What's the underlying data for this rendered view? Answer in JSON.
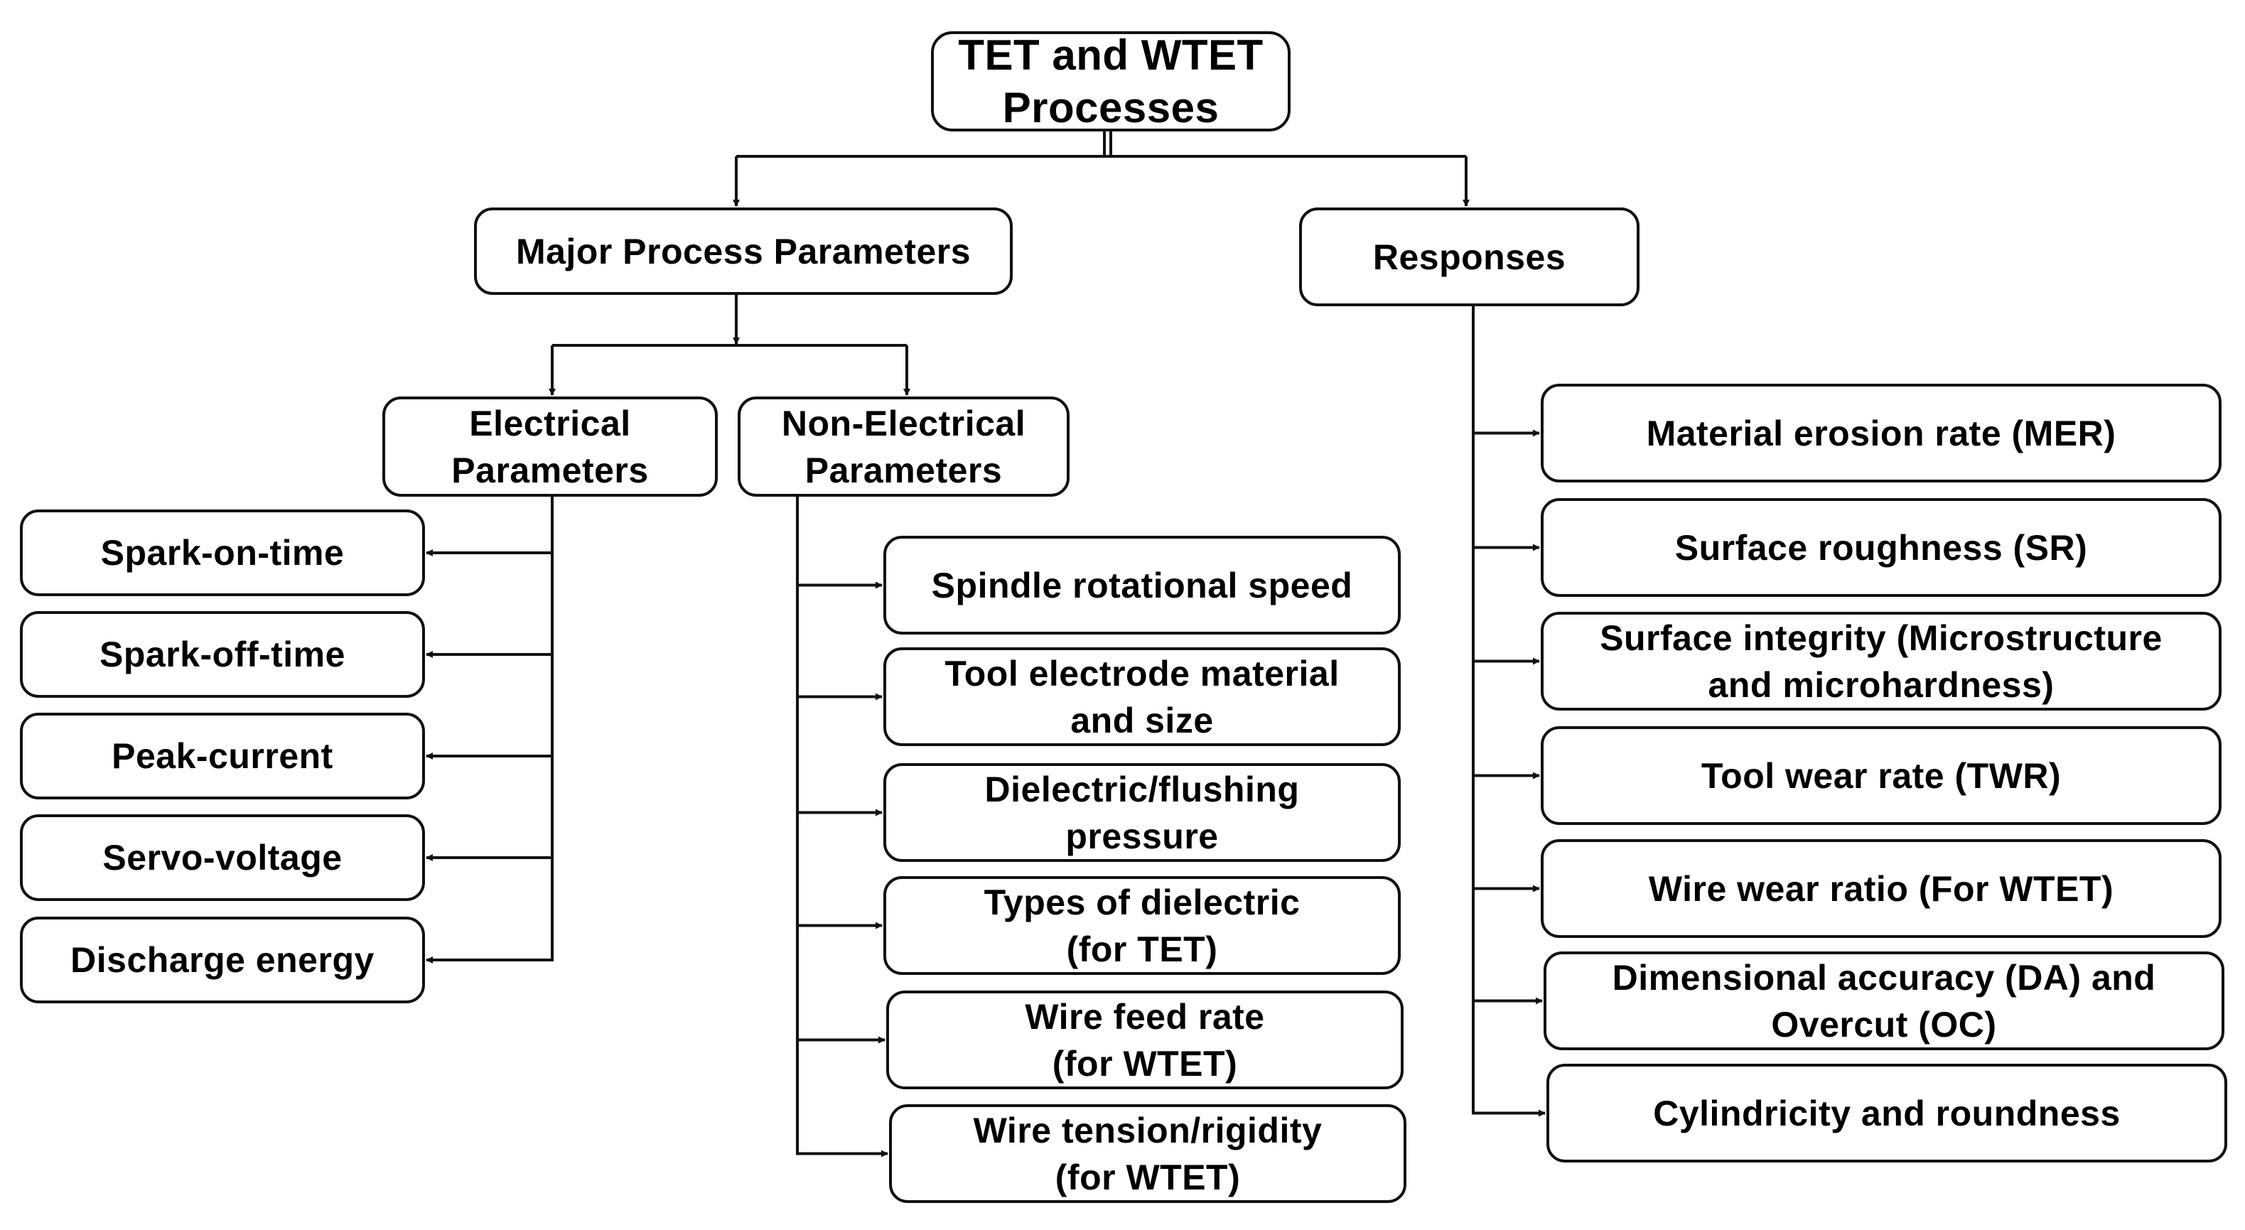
{
  "diagram": {
    "root": {
      "label_lines": [
        "TET and WTET",
        "Processes"
      ]
    },
    "major": {
      "label_lines": [
        "Major Process Parameters"
      ]
    },
    "responses": {
      "label_lines": [
        "Responses"
      ],
      "items": [
        {
          "label_lines": [
            "Material erosion rate (MER)"
          ]
        },
        {
          "label_lines": [
            "Surface roughness (SR)"
          ]
        },
        {
          "label_lines": [
            "Surface integrity (Microstructure",
            "and microhardness)"
          ]
        },
        {
          "label_lines": [
            "Tool wear rate (TWR)"
          ]
        },
        {
          "label_lines": [
            "Wire wear ratio (For WTET)"
          ]
        },
        {
          "label_lines": [
            "Dimensional accuracy (DA) and",
            "Overcut (OC)"
          ]
        },
        {
          "label_lines": [
            "Cylindricity and roundness"
          ]
        }
      ]
    },
    "electrical": {
      "label_lines": [
        "Electrical",
        "Parameters"
      ],
      "items": [
        {
          "label_lines": [
            "Spark-on-time"
          ]
        },
        {
          "label_lines": [
            "Spark-off-time"
          ]
        },
        {
          "label_lines": [
            "Peak-current"
          ]
        },
        {
          "label_lines": [
            "Servo-voltage"
          ]
        },
        {
          "label_lines": [
            "Discharge energy"
          ]
        }
      ]
    },
    "non_electrical": {
      "label_lines": [
        "Non-Electrical",
        "Parameters"
      ],
      "items": [
        {
          "label_lines": [
            "Spindle rotational speed"
          ]
        },
        {
          "label_lines": [
            "Tool electrode material",
            "and size"
          ]
        },
        {
          "label_lines": [
            "Dielectric/flushing",
            "pressure"
          ]
        },
        {
          "label_lines": [
            "Types of dielectric",
            "(for TET)"
          ]
        },
        {
          "label_lines": [
            "Wire feed rate",
            "(for WTET)"
          ]
        },
        {
          "label_lines": [
            "Wire tension/rigidity",
            "(for WTET)"
          ]
        }
      ]
    },
    "colors": {
      "stroke": "#111111",
      "background": "#ffffff",
      "text": "#000000"
    }
  }
}
